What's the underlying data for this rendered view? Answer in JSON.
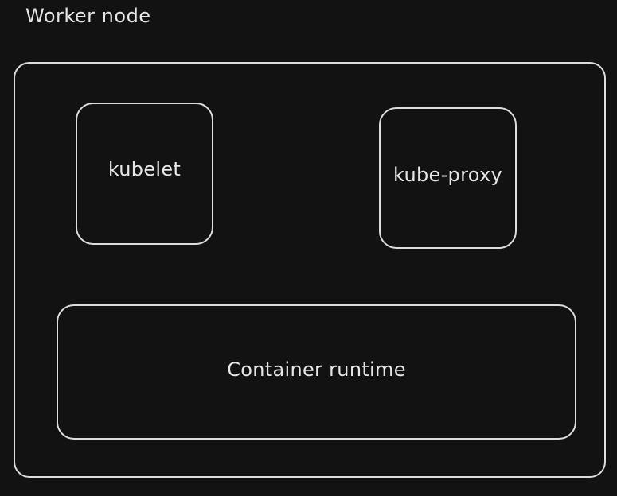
{
  "diagram": {
    "title": "Worker node",
    "components": {
      "kubelet": "kubelet",
      "kube_proxy": "kube-proxy",
      "container_runtime": "Container runtime"
    }
  },
  "colors": {
    "background": "#121212",
    "stroke": "#dcdcdc",
    "text": "#e6e6e6"
  }
}
